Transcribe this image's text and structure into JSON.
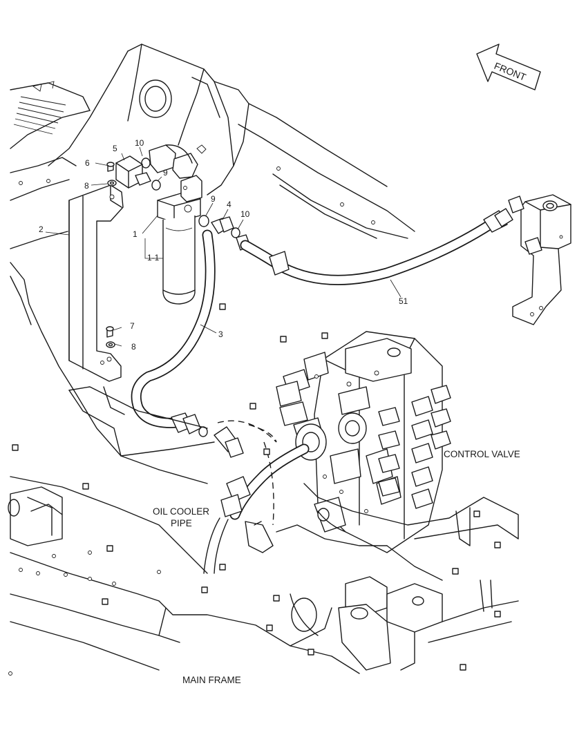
{
  "diagram": {
    "labels": {
      "front": "FRONT",
      "control_valve": "CONTROL VALVE",
      "oil_cooler_pipe_line1": "OIL COOLER",
      "oil_cooler_pipe_line2": "PIPE",
      "main_frame": "MAIN FRAME"
    },
    "callouts": {
      "c1": "1",
      "c1_1": "1-1",
      "c2": "2",
      "c3": "3",
      "c4": "4",
      "c5": "5",
      "c6": "6",
      "c7": "7",
      "c8a": "8",
      "c8b": "8",
      "c9a": "9",
      "c9b": "9",
      "c10a": "10",
      "c10b": "10",
      "c51": "51"
    }
  }
}
